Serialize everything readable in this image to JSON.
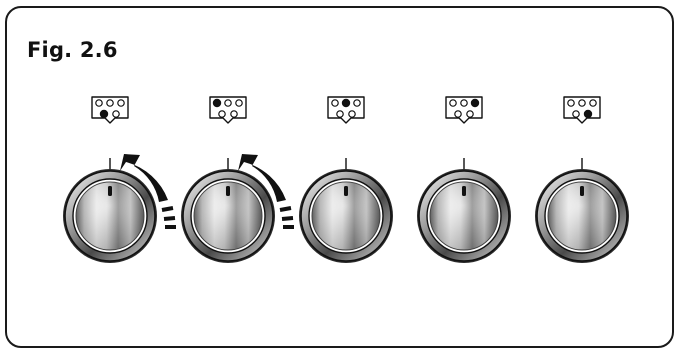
{
  "figure": {
    "title": "Fig. 2.6"
  },
  "knobs": [
    {
      "burner_icon": "burner-front-left",
      "active_dot": 3,
      "rotation_arrow": true
    },
    {
      "burner_icon": "burner-rear-left",
      "active_dot": 0,
      "rotation_arrow": true
    },
    {
      "burner_icon": "burner-rear-center",
      "active_dot": 1,
      "rotation_arrow": false
    },
    {
      "burner_icon": "burner-rear-right",
      "active_dot": 2,
      "rotation_arrow": false
    },
    {
      "burner_icon": "burner-front-right",
      "active_dot": 4,
      "rotation_arrow": false
    }
  ],
  "colors": {
    "ink": "#111111",
    "knob_dark": "#3a3a3a",
    "knob_light": "#f4f4f4"
  }
}
